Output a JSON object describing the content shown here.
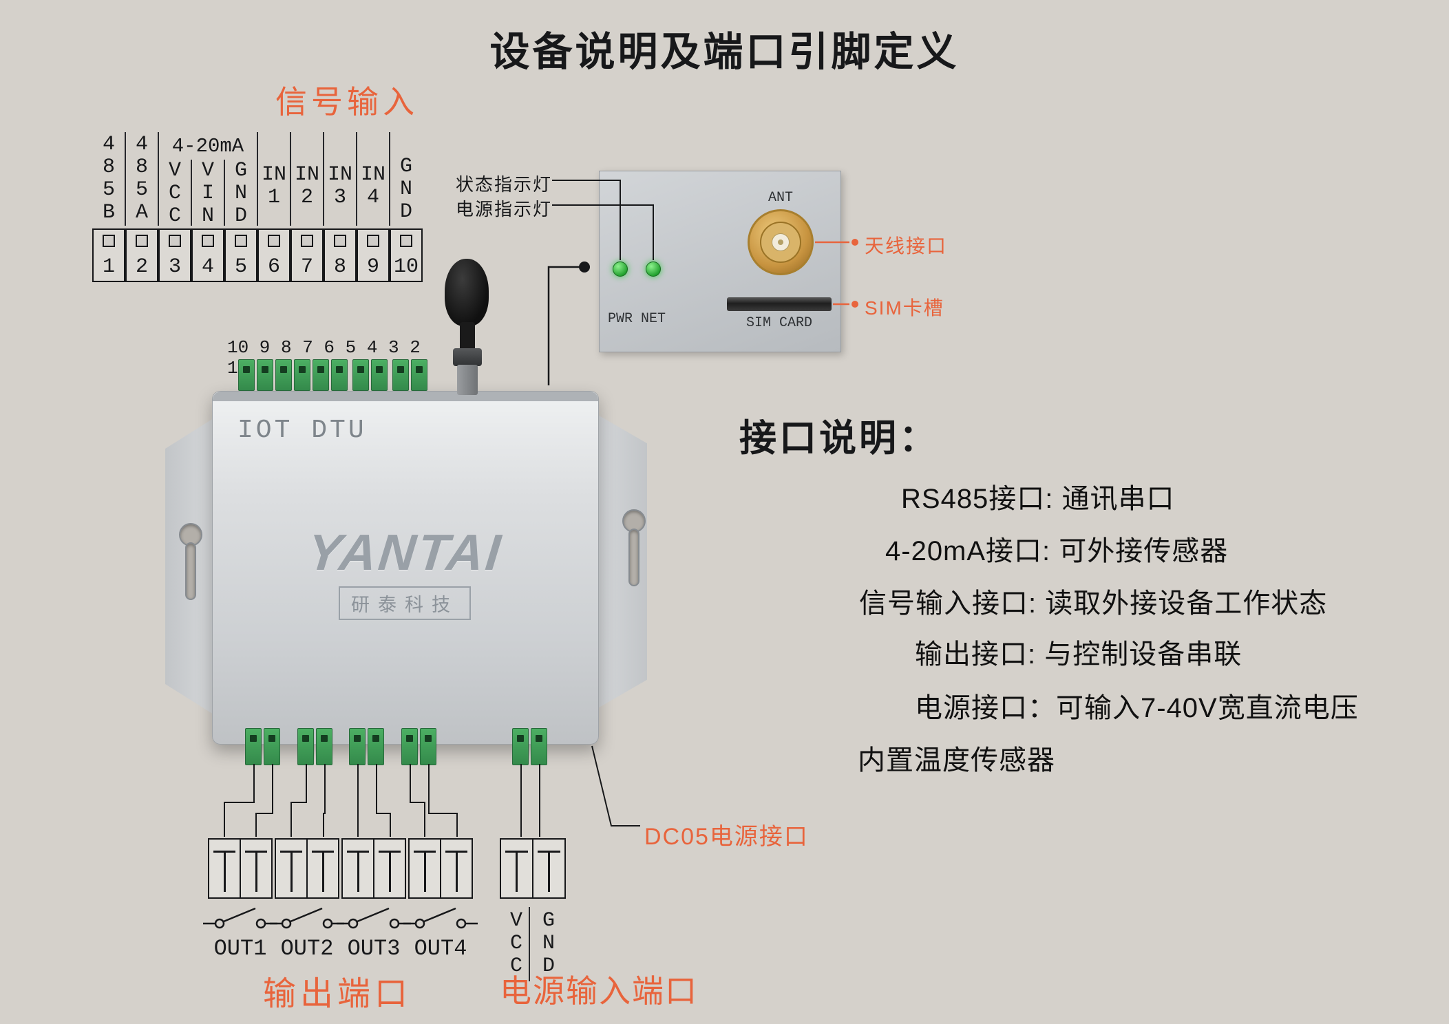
{
  "title": "设备说明及端口引脚定义",
  "colors": {
    "bg": "#d5d1cb",
    "accent": "#e8643c",
    "terminal_green": "#4caf63",
    "led_green": "#2db83d",
    "gold": "#c89440"
  },
  "signal_input": {
    "label": "信号输入"
  },
  "pin_diagram": {
    "group_label": "4-20mA",
    "columns": [
      "485B",
      "485A",
      "VCC",
      "VIN",
      "GND",
      "IN1",
      "IN2",
      "IN3",
      "IN4",
      "GND"
    ],
    "numbers": [
      "1",
      "2",
      "3",
      "4",
      "5",
      "6",
      "7",
      "8",
      "9",
      "10"
    ]
  },
  "device": {
    "model": "IOT DTU",
    "brand": "YANTAI",
    "brand_cn": "研泰科技",
    "top_pin_numbers": "10 9 8 7 6 5 4 3 2 1"
  },
  "panel": {
    "led_pwr": "PWR",
    "led_net": "NET",
    "ant": "ANT",
    "sim": "SIM CARD"
  },
  "callouts": {
    "status_led": "状态指示灯",
    "power_led": "电源指示灯",
    "antenna": "天线接口",
    "sim_slot": "SIM卡槽",
    "dc_power": "DC05电源接口"
  },
  "interface_info": {
    "heading": "接口说明：",
    "items": [
      "RS485接口: 通讯串口",
      "4-20mA接口: 可外接传感器",
      "信号输入接口: 读取外接设备工作状态",
      "输出接口: 与控制设备串联",
      "电源接口：可输入7-40V宽直流电压",
      "内置温度传感器"
    ]
  },
  "outputs": {
    "labels": [
      "OUT1",
      "OUT2",
      "OUT3",
      "OUT4"
    ],
    "section_label": "输出端口"
  },
  "power_input": {
    "pins": [
      "VCC",
      "GND"
    ],
    "section_label": "电源输入端口"
  }
}
